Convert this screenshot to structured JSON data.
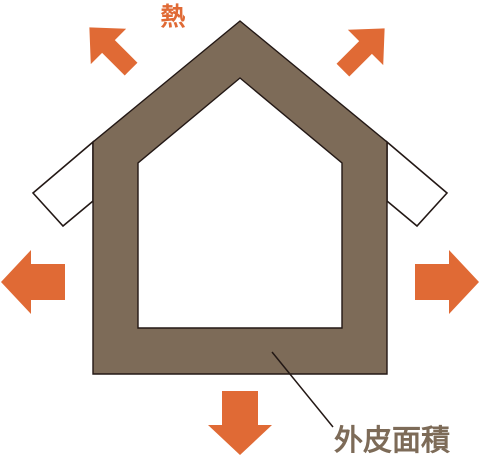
{
  "diagram": {
    "heat_label": "熱",
    "area_label": "外皮面積",
    "colors": {
      "wall": "#7d6b58",
      "arrow": "#e06a35",
      "outline": "#231815",
      "background": "#ffffff"
    },
    "arrows": [
      {
        "direction": "up-left"
      },
      {
        "direction": "up-right"
      },
      {
        "direction": "left"
      },
      {
        "direction": "right"
      },
      {
        "direction": "down"
      }
    ]
  }
}
